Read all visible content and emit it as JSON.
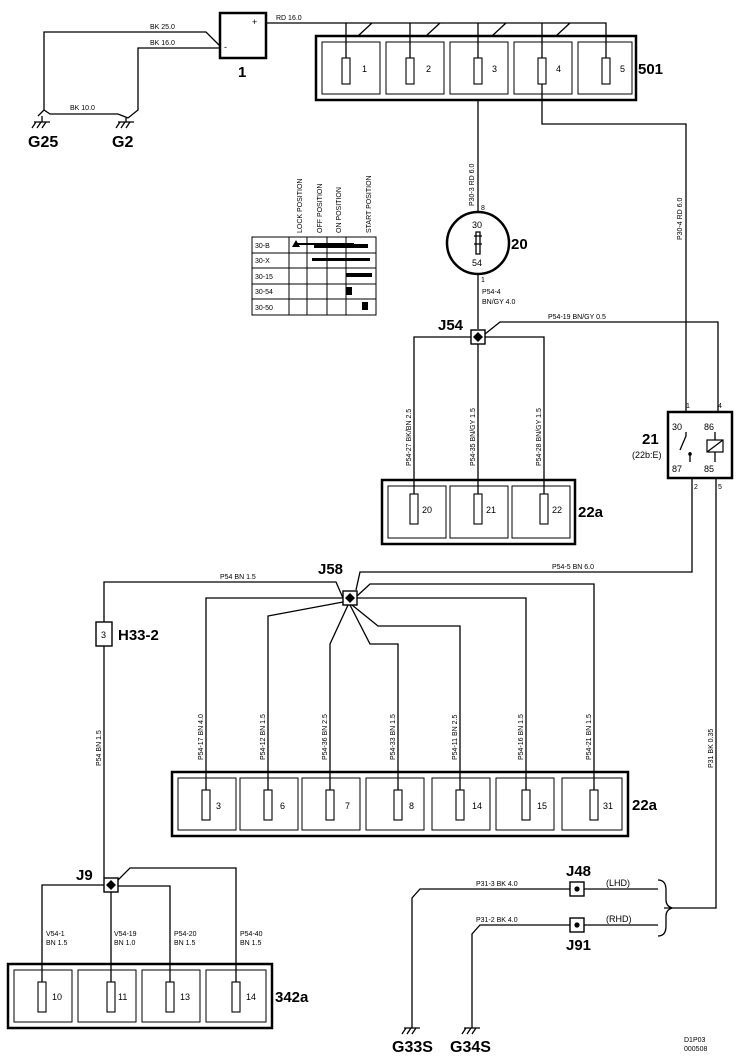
{
  "battery": {
    "id": "1",
    "plus": "+",
    "minus": "-"
  },
  "grounds": {
    "g25": "G25",
    "g2": "G2",
    "g33s": "G33S",
    "g34s": "G34S"
  },
  "wires": {
    "bat_plus": "RD    16.0",
    "bat_g25": "BK    25.0",
    "bat_g2": "BK    16.0",
    "g25_g2": "BK    10.0",
    "fuse3_to_switch": "P30-3     RD    6.0",
    "fuse4_to_relay": "P30-4     RD    6.0",
    "switch_out_a": "P54-4",
    "switch_out_b": "BN/GY    4.0",
    "j54_to_relay": "P54-19    BN/GY    0.5",
    "j54_b1": "P54-27    BK/BN    2.5",
    "j54_b2": "P54-35    BN/GY    1.5",
    "j54_b3": "P54-28    BN/GY    1.5",
    "relay_to_j58": "P54-5    BN    6.0",
    "j58_to_h33": "P54    BN    1.5",
    "h33_to_j9": "P54    BN    1.5",
    "relay_to_ground": "P31    BK    0.35",
    "j48_wire": "P31-3    BK    4.0",
    "j91_wire": "P31-2    BK    4.0"
  },
  "fusebox_501": {
    "label": "501",
    "fuses": [
      "1",
      "2",
      "3",
      "4",
      "5"
    ]
  },
  "ignition_switch": {
    "label": "20",
    "terminals": {
      "top": "30",
      "bottom": "54"
    },
    "pin_top": "8",
    "pin_bottom": "1"
  },
  "switch_positions": {
    "columns": [
      "LOCK POSITION",
      "OFF POSITION",
      "ON POSITION",
      "START POSITION"
    ],
    "rows": [
      "30-B",
      "30-X",
      "30-15",
      "30-54",
      "30-50"
    ]
  },
  "junctions": {
    "j54": "J54",
    "j58": "J58",
    "j9": "J9",
    "j48": "J48",
    "j91": "J91"
  },
  "relay": {
    "label": "21",
    "sub": "(22b:E)",
    "pins": {
      "p30": "30",
      "p86": "86",
      "p87": "87",
      "p85": "85"
    },
    "ext": {
      "n1": "1",
      "n4": "4",
      "n2": "2",
      "n5": "5"
    }
  },
  "fusebox_22a_top": {
    "label": "22a",
    "fuses": [
      "20",
      "21",
      "22"
    ]
  },
  "j58_branches": [
    {
      "wire": "P54-17    BN    4.0",
      "fuse": "3"
    },
    {
      "wire": "P54-12    BN    1.5",
      "fuse": "6"
    },
    {
      "wire": "P54-36    BN    2.5",
      "fuse": "7"
    },
    {
      "wire": "P54-33    BN    1.5",
      "fuse": "8"
    },
    {
      "wire": "P54-11    BN    2.5",
      "fuse": "14"
    },
    {
      "wire": "P54-16    BN    1.5",
      "fuse": "15"
    },
    {
      "wire": "P54-21    BN    1.5",
      "fuse": "31"
    }
  ],
  "fusebox_22a_bottom": {
    "label": "22a"
  },
  "connector_h33": {
    "label": "H33-2",
    "pin": "3"
  },
  "j9_branches": [
    {
      "wire_a": "V54-1",
      "wire_b": "BN    1.5",
      "fuse": "10"
    },
    {
      "wire_a": "V54-19",
      "wire_b": "BN    1.0",
      "fuse": "11"
    },
    {
      "wire_a": "P54-20",
      "wire_b": "BN    1.5",
      "fuse": "13"
    },
    {
      "wire_a": "P54-40",
      "wire_b": "BN    1.5",
      "fuse": "14"
    }
  ],
  "fusebox_342a": {
    "label": "342a"
  },
  "drive_variants": {
    "lhd": "(LHD)",
    "rhd": "(RHD)"
  },
  "ref_codes": {
    "a": "D1P03",
    "b": "000508"
  }
}
